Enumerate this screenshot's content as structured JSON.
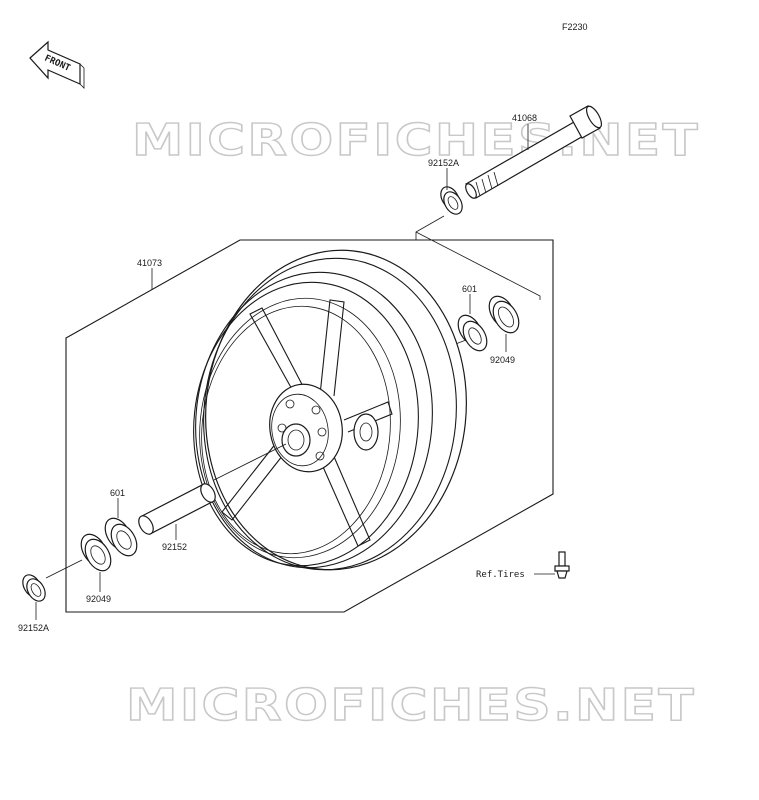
{
  "figure_code": "F2230",
  "front_badge": "FRONT",
  "watermark": "MICROFICHES.NET",
  "parts": {
    "axle": "41068",
    "collar_top": "92152A",
    "wheel": "41073",
    "bearing_right": "601",
    "seal_right": "92049",
    "bearing_left": "601",
    "spacer": "92152",
    "seal_left": "92049",
    "collar_bottom": "92152A"
  },
  "reference": "Ref.Tires"
}
